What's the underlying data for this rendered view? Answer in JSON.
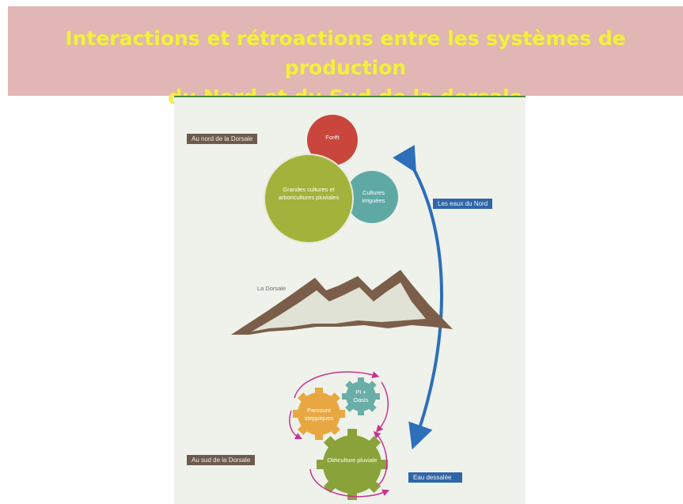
{
  "title": {
    "line1": "Interactions et rétroactions entre les systèmes de production",
    "line2": "du Nord et du Sud de la dorsale"
  },
  "diagram": {
    "north_label": "Au nord de la Dorsale",
    "south_label": "Au sud de la Dorsale",
    "north_water": "Les eaux du Nord",
    "saline_water": "Eau dessalée",
    "mountain_label": "La Dorsale",
    "circles": {
      "forest": "Forêt",
      "field_crops": "Grandes cultures et arboricultures pluviales",
      "vegetables": "Cultures irriguées"
    },
    "gears": {
      "pastoral": "Parcours steppiques",
      "pi_oasis": "PI + Oasis",
      "olive": "Oléiculture pluviale"
    },
    "colors": {
      "forest": "#c9463c",
      "field_crops": "#a3b23a",
      "vegetables": "#5fa9a5",
      "mountain": "#7b5e49",
      "arrow": "#2d6fb8",
      "cycle": "#c8338f",
      "gear_orange": "#e8a741",
      "gear_teal": "#6aaea8",
      "gear_green": "#8aa23a"
    }
  }
}
